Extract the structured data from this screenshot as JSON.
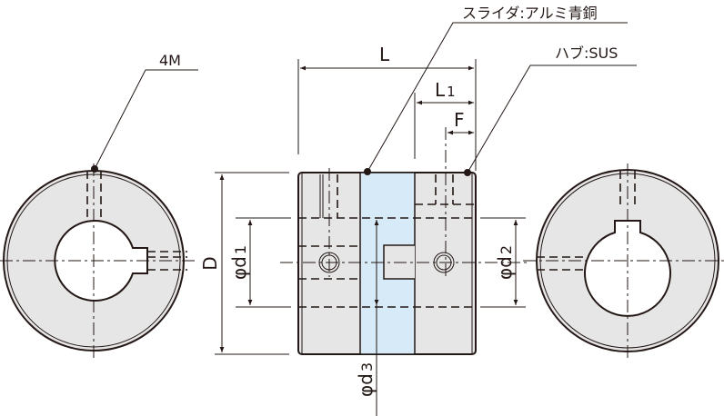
{
  "title": "Slider coupling dimension drawing",
  "callouts": {
    "slider": "スライダ:アルミ青銅",
    "hub": "ハブ:SUS",
    "screw": "4M"
  },
  "dimensions": {
    "L": "L",
    "L1_main": "L",
    "L1_sub": "1",
    "F": "F",
    "D": "D",
    "d1_main": "φd",
    "d1_sub": "1",
    "d2_main": "φd",
    "d2_sub": "2",
    "d3_main": "φd",
    "d3_sub": "3"
  },
  "colors": {
    "hub": "#e6e6e6",
    "slider": "#d6eaf8",
    "line": "#231815"
  }
}
